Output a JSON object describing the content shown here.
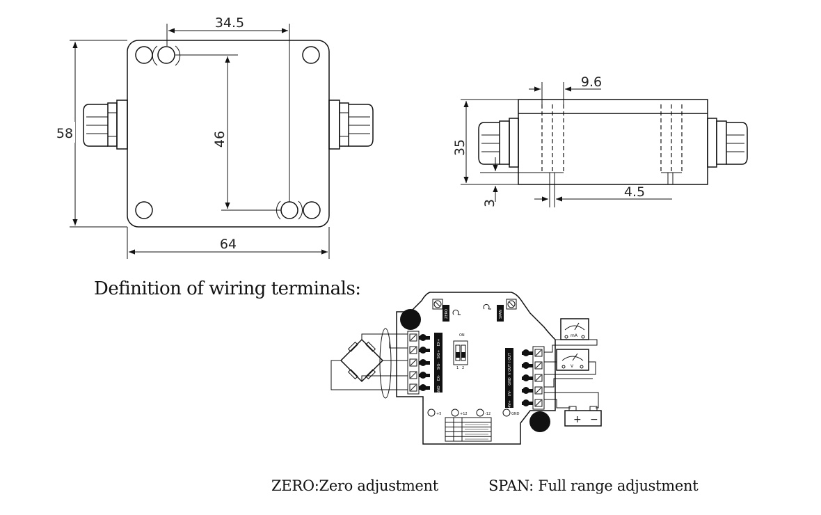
{
  "top_view": {
    "dim_hole_spacing_x": "34.5",
    "dim_hole_spacing_y": "46",
    "dim_height": "58",
    "dim_width": "64"
  },
  "side_view": {
    "dim_top": "9.6",
    "dim_height": "35",
    "dim_bottom_small": "3",
    "dim_bottom": "4.5"
  },
  "wiring": {
    "heading": "Definition of wiring terminals:",
    "left_terminal_labels": [
      "EX+",
      "SIG+",
      "SIG-",
      "EX-",
      "GND"
    ],
    "right_terminal_labels": [
      "I OUT",
      "V OUT",
      "GND",
      "I/V-",
      "24V+"
    ],
    "pot_zero": "ZERO",
    "pot_span": "SPAN",
    "switch_label": "ON",
    "switch_numbers": [
      "1",
      "2"
    ],
    "hole_labels": [
      "+5",
      "+12",
      "-12",
      "GND"
    ],
    "meter_ma": "mA",
    "meter_v": "V",
    "supply_plus": "+",
    "supply_minus": "−"
  },
  "captions": {
    "zero": "ZERO:Zero adjustment",
    "span": "SPAN: Full range adjustment"
  }
}
